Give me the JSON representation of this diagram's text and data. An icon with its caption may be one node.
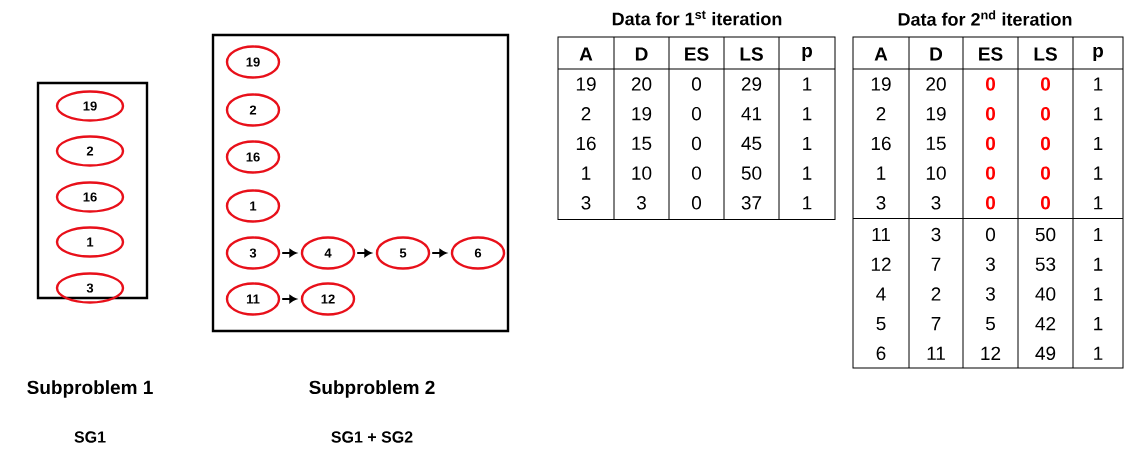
{
  "diagram": {
    "nodes": [
      {
        "text": [],
        "shape": "box",
        "beside": [
          "Subproblem 1",
          "SG1"
        ]
      },
      {
        "text": [
          "19"
        ],
        "in": 0
      },
      {
        "text": [
          "2"
        ],
        "in": 0
      },
      {
        "text": [
          "16"
        ],
        "in": 0
      },
      {
        "text": [
          "1"
        ],
        "in": 0
      },
      {
        "text": [
          "3"
        ],
        "in": 0
      },
      {
        "text": [],
        "shape": "box",
        "beside": [
          "Subproblem 2",
          "SG1 + SG2"
        ]
      },
      {
        "text": [
          "19"
        ],
        "in": 6
      },
      {
        "text": [
          "2"
        ],
        "in": 6
      },
      {
        "text": [
          "16"
        ],
        "in": 6
      },
      {
        "text": [
          "1"
        ],
        "in": 6
      },
      {
        "text": [
          "3"
        ],
        "in": 6
      },
      {
        "text": [
          "4"
        ],
        "in": 6
      },
      {
        "text": [
          "5"
        ],
        "in": 6
      },
      {
        "text": [
          "6"
        ],
        "in": 6
      },
      {
        "text": [
          "11"
        ],
        "in": 6
      },
      {
        "text": [
          "12"
        ],
        "in": 6
      }
    ],
    "edges": [
      {
        "from": 11,
        "to": 12,
        "arrow": "to"
      },
      {
        "from": 12,
        "to": 13,
        "arrow": "to"
      },
      {
        "from": 13,
        "to": 14,
        "arrow": "to"
      },
      {
        "from": 15,
        "to": 16,
        "arrow": "to"
      }
    ],
    "labels": [
      "Data for 1$^{st}$ iteration",
      "A",
      "D",
      "ES",
      "LS",
      "p",
      "19",
      "20",
      "0",
      "29",
      "1",
      "2",
      "19",
      "0",
      "41",
      "1",
      "16",
      "15",
      "0",
      "45",
      "1",
      "1",
      "10",
      "0",
      "50",
      "1",
      "3",
      "3",
      "0",
      "37",
      "1",
      "Data for 2$^{nd}$ iteration",
      "A",
      "D",
      "ES",
      "LS",
      "p",
      "19",
      "20",
      "0",
      "0",
      "1",
      "2",
      "19",
      "0",
      "0",
      "1",
      "16",
      "15",
      "0",
      "0",
      "1",
      "1",
      "10",
      "0",
      "0",
      "1",
      "3",
      "3",
      "0",
      "0",
      "1",
      "11",
      "3",
      "0",
      "50",
      "1",
      "12",
      "7",
      "3",
      "53",
      "1",
      "4",
      "2",
      "3",
      "40",
      "1",
      "5",
      "7",
      "5",
      "42",
      "1",
      "6",
      "11",
      "12",
      "49",
      "1"
    ]
  }
}
